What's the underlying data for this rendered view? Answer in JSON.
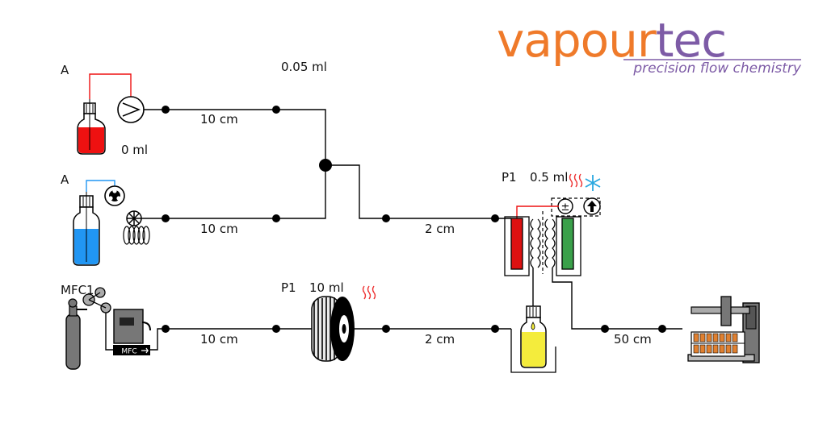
{
  "logo": {
    "word_part1": "vapour",
    "word_part2": "tec",
    "tagline": "precision flow chemistry",
    "color_part1": "#ef7a2a",
    "color_part2": "#7d5ba6"
  },
  "feeds": {
    "feed1": {
      "label": "A",
      "volume_top": "0.05 ml",
      "volume_bottom": "0 ml",
      "tube_length": "10 cm",
      "liquid_color": "#ee1111",
      "icon": "pump-icon"
    },
    "feed2": {
      "label": "A",
      "tube_length": "10 cm",
      "liquid_color": "#2196f3",
      "icon": "valve-icon"
    },
    "feed3": {
      "label": "MFC1",
      "tube_length": "10 cm",
      "mfc_tag": "MFC",
      "icon": "gas-cylinder-icon"
    }
  },
  "coil_reactor": {
    "label": "P1",
    "volume": "10 ml",
    "outlet_length": "2 cm",
    "heat_color": "#ee3333"
  },
  "column_reactor": {
    "label": "P1",
    "volume": "0.5 ml",
    "inlet_length": "2 cm",
    "heat_color": "#ee3333",
    "cool_color": "#2aa8e0",
    "column_left_color": "#dd1111",
    "column_right_color": "#3aa04a",
    "pressure_symbol": "±"
  },
  "collection": {
    "bottle_color": "#f4ec3c",
    "outlet_length": "50 cm",
    "icon": "fraction-collector-icon"
  }
}
